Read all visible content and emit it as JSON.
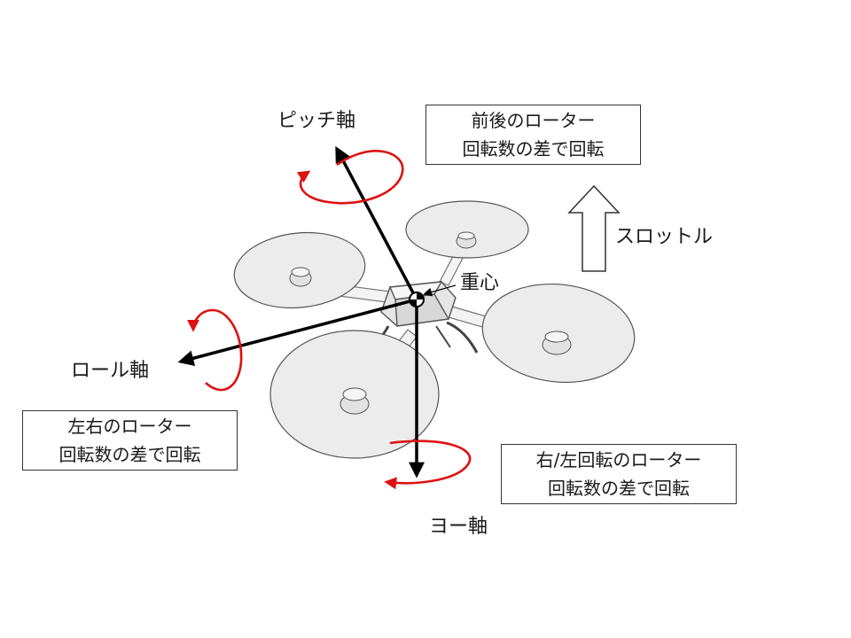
{
  "axes": {
    "pitch": "ピッチ軸",
    "roll": "ロール軸",
    "yaw": "ヨー軸"
  },
  "center_of_gravity": "重心",
  "throttle": "スロットル",
  "notes": {
    "pitch": [
      "前後のローター",
      "回転数の差で回転"
    ],
    "roll": [
      "左右のローター",
      "回転数の差で回転"
    ],
    "yaw": [
      "右/左回転のローター",
      "回転数の差で回転"
    ]
  },
  "colors": {
    "axis_arrow": "#000000",
    "rotation_arrow": "#dd1111",
    "rotor_disc": "#ececec",
    "rotor_edge": "#555555"
  }
}
